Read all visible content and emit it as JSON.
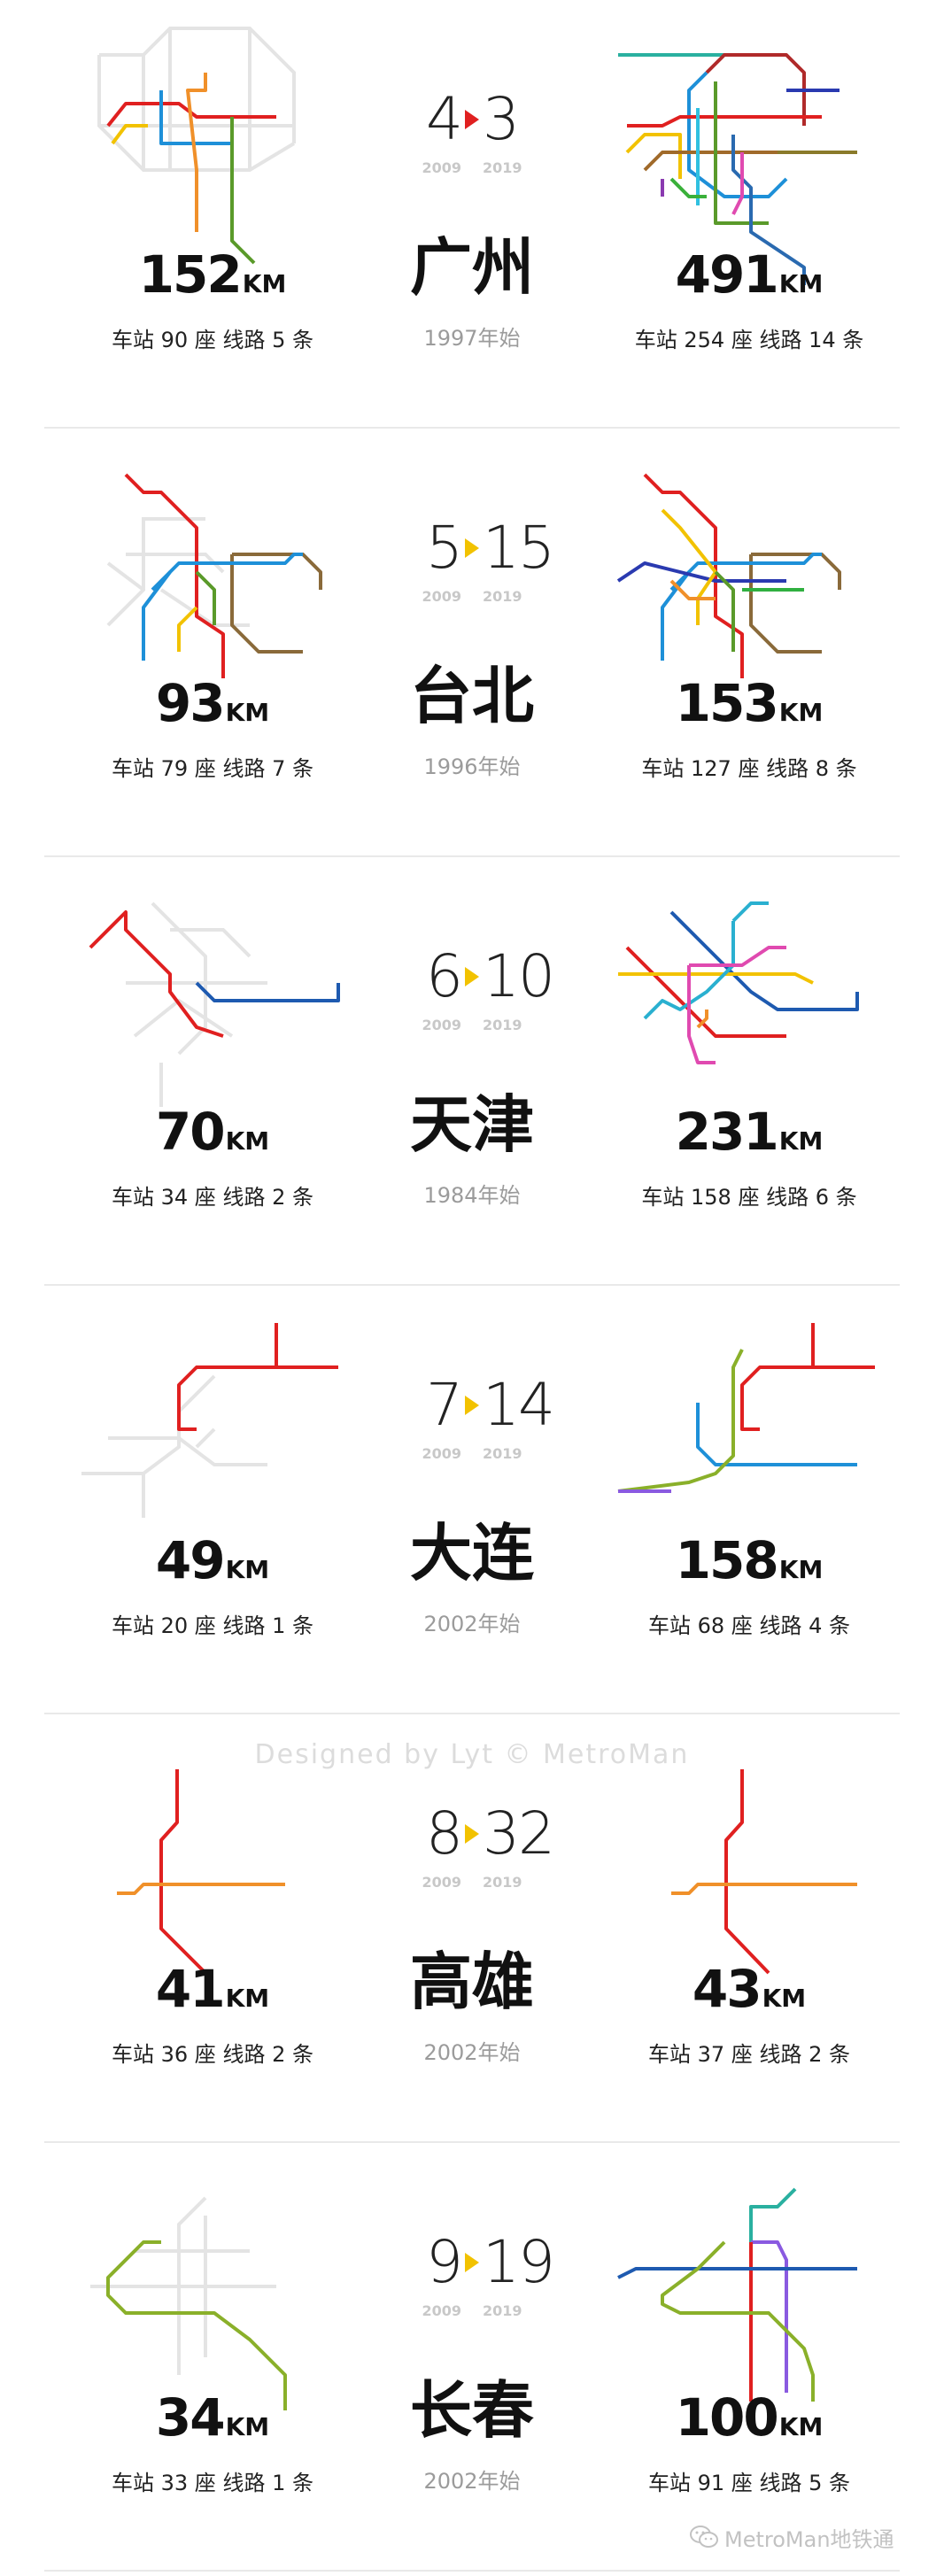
{
  "watermark": "Designed by Lyt © MetroMan",
  "wechat": {
    "icon": "wechat-icon",
    "text": "MetroMan地铁通"
  },
  "arrow_colors": {
    "first": "#e02020",
    "default": "#f2c200"
  },
  "cities": [
    {
      "name": "广州",
      "since": "1997年始",
      "rank_2009": "4",
      "rank_2019": "3",
      "year_old": "2009",
      "year_new": "2019",
      "left": {
        "km": "152",
        "unit": "KM",
        "stats": "车站 90 座  线路 5 条"
      },
      "right": {
        "km": "491",
        "unit": "KM",
        "stats": "车站 254 座  线路 14 条"
      }
    },
    {
      "name": "台北",
      "since": "1996年始",
      "rank_2009": "5",
      "rank_2019": "15",
      "year_old": "2009",
      "year_new": "2019",
      "left": {
        "km": "93",
        "unit": "KM",
        "stats": "车站 79 座  线路 7 条"
      },
      "right": {
        "km": "153",
        "unit": "KM",
        "stats": "车站 127 座  线路 8 条"
      }
    },
    {
      "name": "天津",
      "since": "1984年始",
      "rank_2009": "6",
      "rank_2019": "10",
      "year_old": "2009",
      "year_new": "2019",
      "left": {
        "km": "70",
        "unit": "KM",
        "stats": "车站 34 座  线路 2 条"
      },
      "right": {
        "km": "231",
        "unit": "KM",
        "stats": "车站 158 座  线路 6 条"
      }
    },
    {
      "name": "大连",
      "since": "2002年始",
      "rank_2009": "7",
      "rank_2019": "14",
      "year_old": "2009",
      "year_new": "2019",
      "left": {
        "km": "49",
        "unit": "KM",
        "stats": "车站 20 座  线路 1 条"
      },
      "right": {
        "km": "158",
        "unit": "KM",
        "stats": "车站 68 座  线路 4 条"
      }
    },
    {
      "name": "高雄",
      "since": "2002年始",
      "rank_2009": "8",
      "rank_2019": "32",
      "year_old": "2009",
      "year_new": "2019",
      "left": {
        "km": "41",
        "unit": "KM",
        "stats": "车站 36 座  线路 2 条"
      },
      "right": {
        "km": "43",
        "unit": "KM",
        "stats": "车站 37 座  线路 2 条"
      }
    },
    {
      "name": "长春",
      "since": "2002年始",
      "rank_2009": "9",
      "rank_2019": "19",
      "year_old": "2009",
      "year_new": "2019",
      "left": {
        "km": "34",
        "unit": "KM",
        "stats": "车站 33 座  线路 1 条"
      },
      "right": {
        "km": "100",
        "unit": "KM",
        "stats": "车站 91 座  线路 5 条"
      }
    }
  ]
}
